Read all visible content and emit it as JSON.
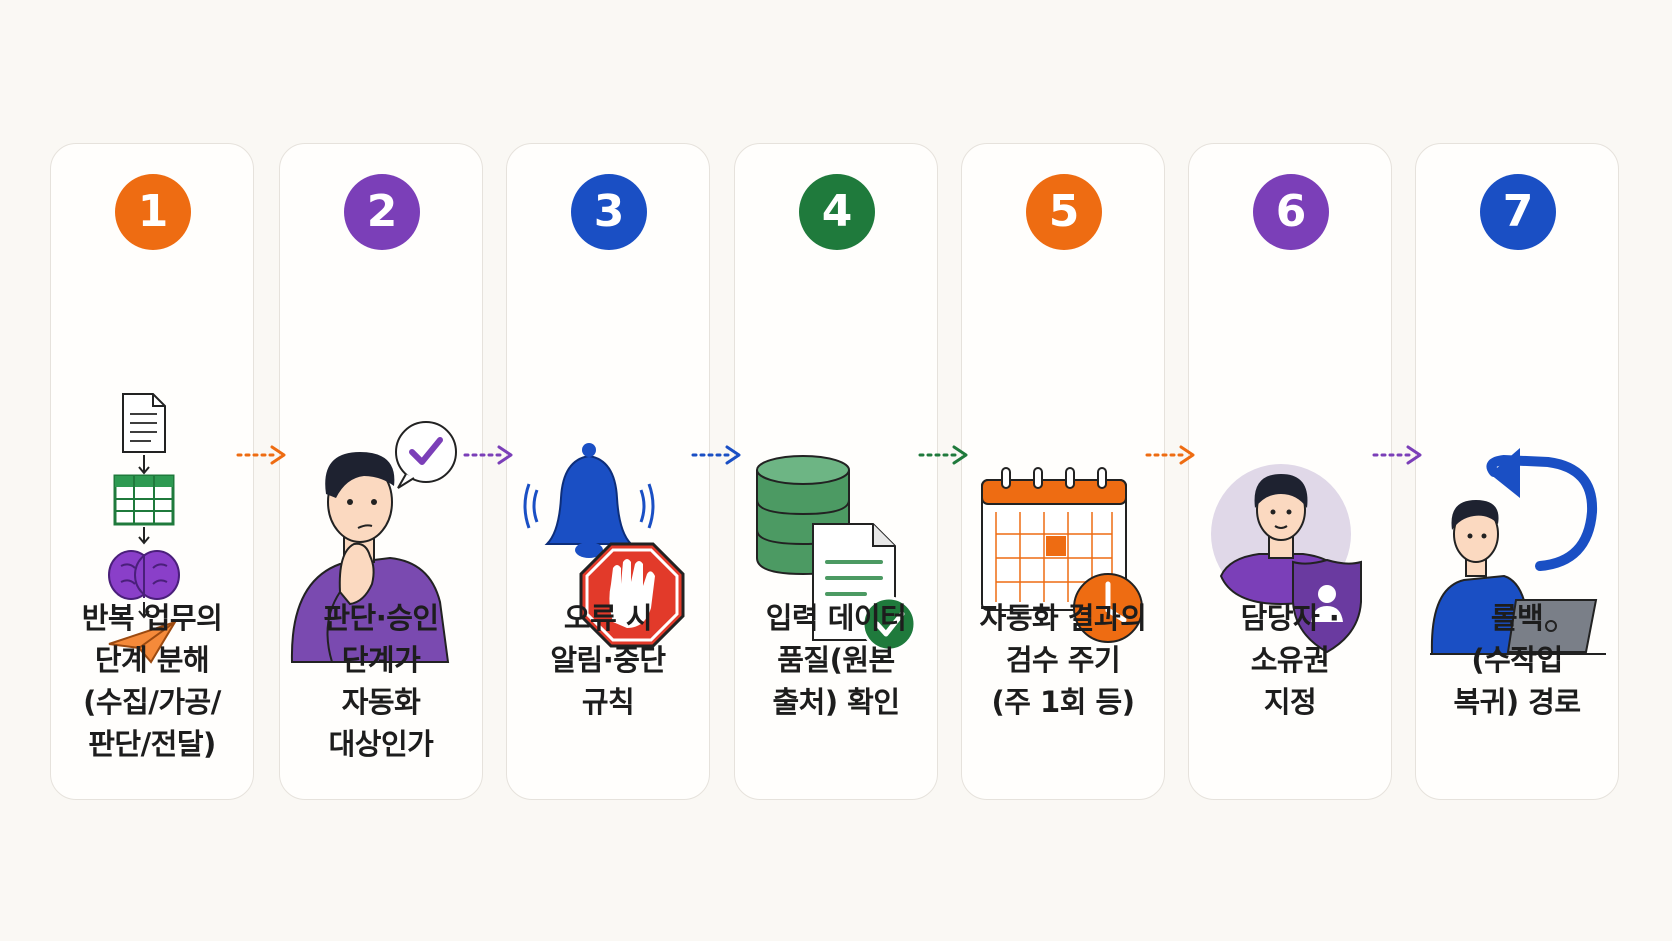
{
  "steps": [
    {
      "number": "1",
      "label": "반복 업무의\n단계 분해\n(수집/가공/\n판단/전달)",
      "color": "#ee6c12",
      "icon": "document-sheet-brain-send-flow-icon"
    },
    {
      "number": "2",
      "label": "판단·승인\n단계가\n자동화\n대상인가",
      "color": "#7b3fb8",
      "icon": "thinking-person-check-icon"
    },
    {
      "number": "3",
      "label": "오류 시\n알림·중단\n규칙",
      "color": "#1a4fc4",
      "icon": "bell-stop-sign-icon"
    },
    {
      "number": "4",
      "label": "입력 데이터\n품질(원본\n출처) 확인",
      "color": "#1f7a3c",
      "icon": "database-document-check-icon"
    },
    {
      "number": "5",
      "label": "자동화 결과의\n검수 주기\n(주 1회 등)",
      "color": "#ee6c12",
      "icon": "calendar-clock-icon"
    },
    {
      "number": "6",
      "label": "담당자 ·\n소유권\n지정",
      "color": "#7b3fb8",
      "icon": "person-shield-icon"
    },
    {
      "number": "7",
      "label": "롤백\n(수작업\n복귀) 경로",
      "color": "#1a4fc4",
      "icon": "person-laptop-undo-icon"
    }
  ],
  "arrows": [
    "#ee6c12",
    "#7b3fb8",
    "#1a4fc4",
    "#1f7a3c",
    "#ee6c12",
    "#7b3fb8"
  ]
}
